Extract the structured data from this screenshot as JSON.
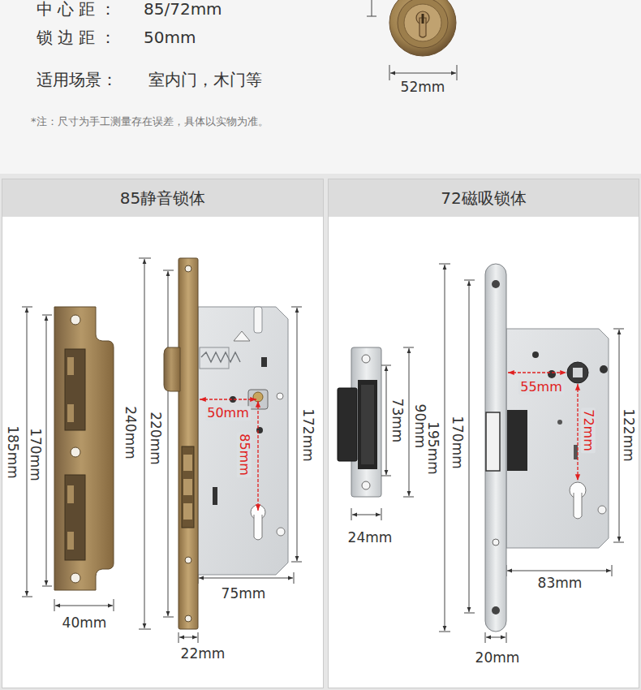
{
  "diagram": {
    "nodes": [
      {
        "text": [
          "85静音锁体"
        ]
      },
      {
        "text": [
          "72磁吸锁体"
        ]
      }
    ],
    "labels": [
      "中心距：",
      "85/72mm",
      "锁边距：",
      "50mm",
      "适用场景：",
      "室内门，木门等",
      "*注：尺寸为手工测量存在误差，具体以实物为准。",
      "52mm",
      "185mm",
      "170mm",
      "40mm",
      "240mm",
      "220mm",
      "50mm",
      "85mm",
      "172mm",
      "75mm",
      "22mm",
      "90mm",
      "73mm",
      "24mm",
      "195mm",
      "170mm",
      "55mm",
      "72mm",
      "122mm",
      "83mm",
      "20mm"
    ]
  }
}
